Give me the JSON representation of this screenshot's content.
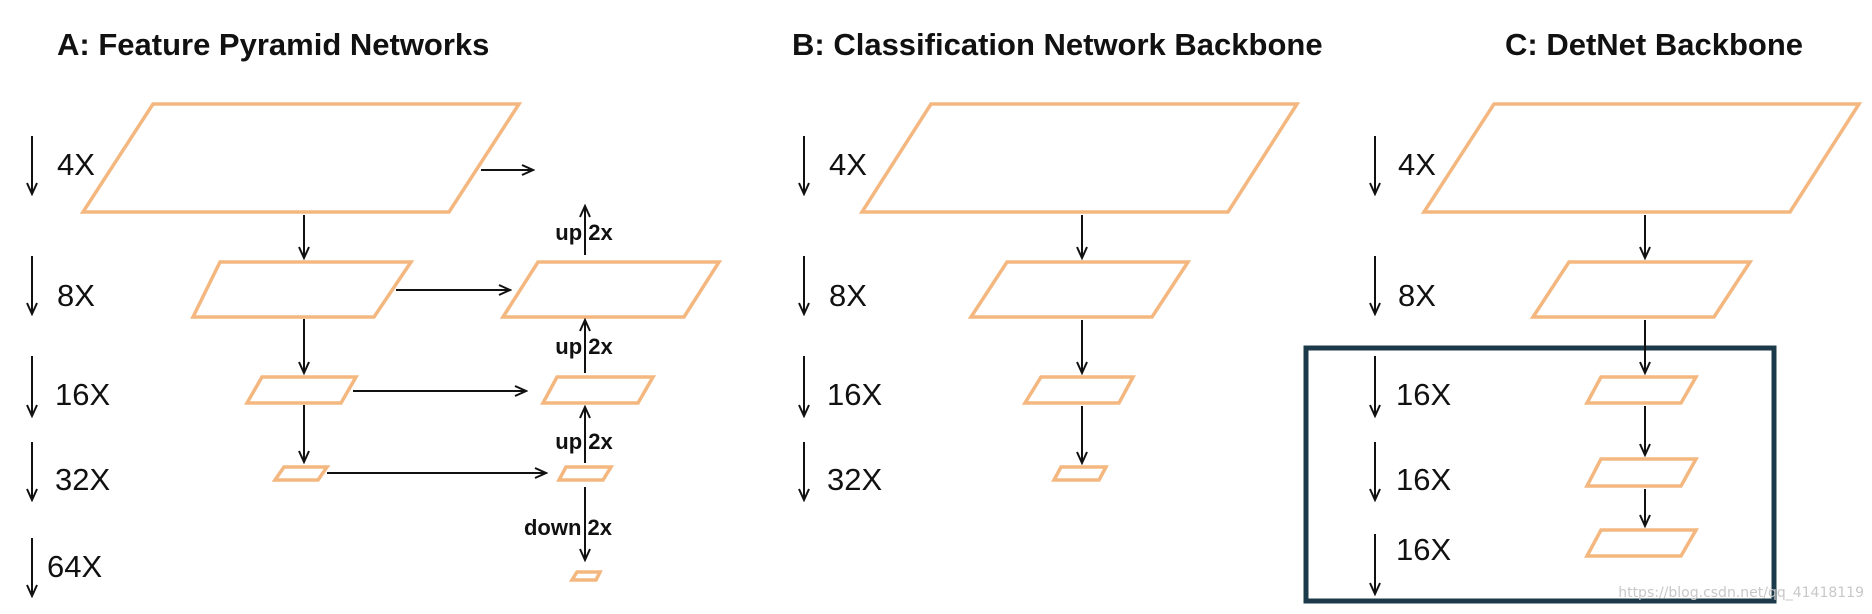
{
  "colors": {
    "feature_map": "#f3b77f",
    "arrow": "#111111",
    "highlight_box": "#1d3a4a",
    "text": "#111111"
  },
  "panels": {
    "a": {
      "title": "A: Feature Pyramid Networks",
      "scales": [
        "4X",
        "8X",
        "16X",
        "32X",
        "64X"
      ],
      "ops": [
        "up 2x",
        "up 2x",
        "up 2x",
        "down 2x"
      ]
    },
    "b": {
      "title": "B: Classification Network Backbone",
      "scales": [
        "4X",
        "8X",
        "16X",
        "32X"
      ]
    },
    "c": {
      "title": "C: DetNet Backbone",
      "scales": [
        "4X",
        "8X",
        "16X",
        "16X",
        "16X"
      ]
    }
  },
  "watermark": "https://blog.csdn.net/qq_41418119"
}
